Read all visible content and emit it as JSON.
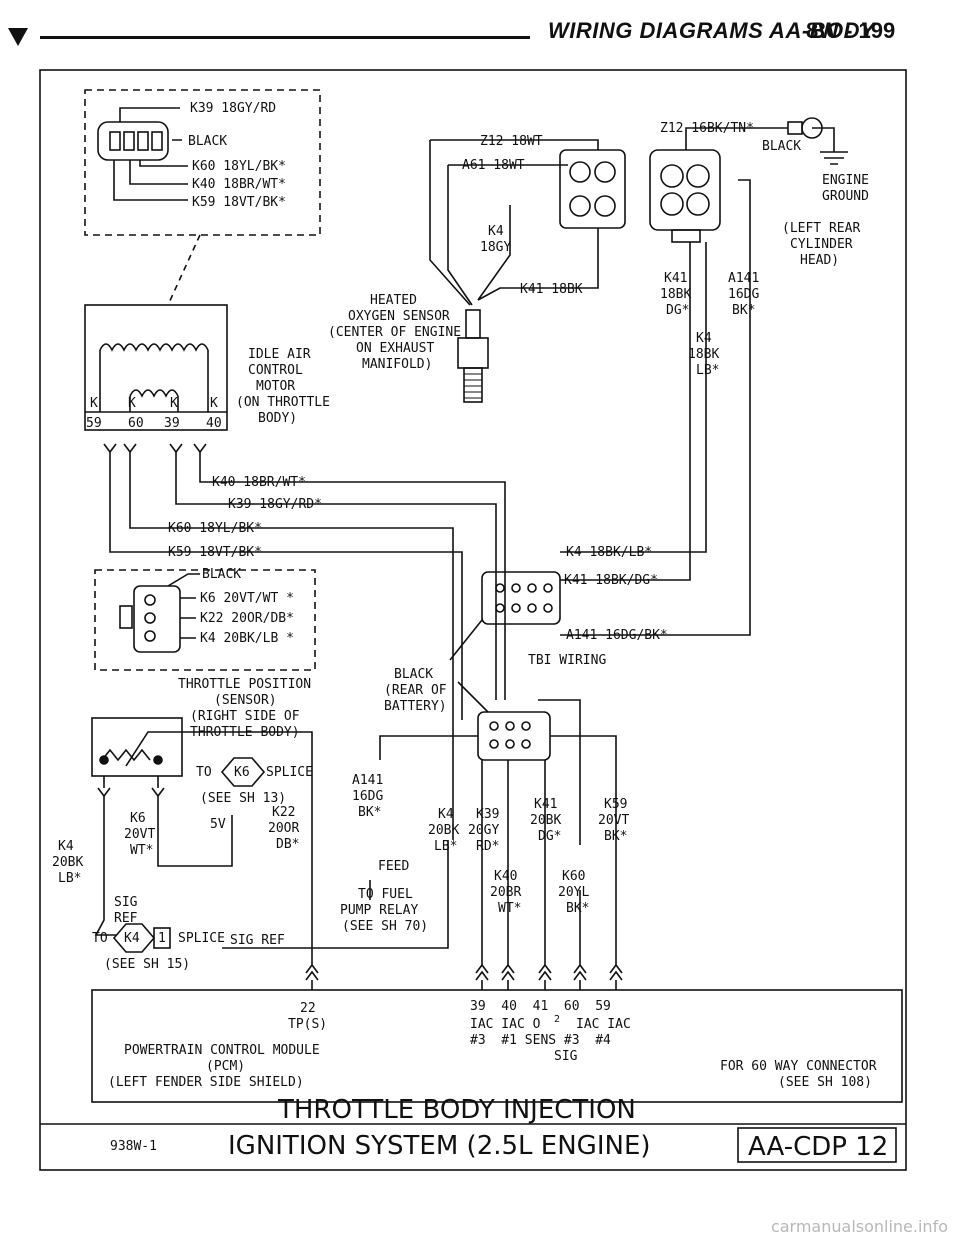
{
  "header": {
    "title": "WIRING DIAGRAMS AA-BODY",
    "page": "8W - 199"
  },
  "labels": {
    "k39_top": "K39 18GY/RD",
    "black_top": "BLACK",
    "k60_top": "K60 18YL/BK*",
    "k40_top": "K40 18BR/WT*",
    "k59_top": "K59 18VT/BK*",
    "z12_wt": "Z12 18WT",
    "a61_wt": "A61 18WT",
    "k4_gy_1": "K4",
    "k4_gy_2": "18GY",
    "z12_bk": "Z12 16BK/TN*",
    "black_o2": "BLACK",
    "eng_ground_1": "ENGINE",
    "eng_ground_2": "GROUND",
    "left_rear_1": "(LEFT REAR",
    "left_rear_2": "CYLINDER",
    "left_rear_3": "HEAD)",
    "k41_bk_a": "K41 18BK",
    "k41_1": "K41",
    "k41_2": "18BK",
    "k41_3": "DG*",
    "a141_1": "A141",
    "a141_2": "16DG",
    "a141_3": "BK*",
    "k4_lb_1": "K4",
    "k4_lb_2": "18BK",
    "k4_lb_3": "LB*",
    "heated_1": "HEATED",
    "heated_2": "OXYGEN SENSOR",
    "heated_3": "(CENTER OF ENGINE",
    "heated_4": "ON EXHAUST",
    "heated_5": "MANIFOLD)",
    "iac_1": "IDLE AIR",
    "iac_2": "CONTROL",
    "iac_3": "MOTOR",
    "iac_4": "(ON THROTTLE",
    "iac_5": "BODY)",
    "pin_k59a": "K",
    "pin_k59b": "59",
    "pin_k60a": "K",
    "pin_k60b": "60",
    "pin_k39a": "K",
    "pin_k39b": "39",
    "pin_k40a": "K",
    "pin_k40b": "40",
    "w_k40": "K40 18BR/WT*",
    "w_k39": "K39 18GY/RD*",
    "w_k60": "K60 18YL/BK*",
    "w_k59": "K59 18VT/BK*",
    "w_k4lb": "K4 18BK/LB*",
    "w_k41dg": "K41 18BK/DG*",
    "w_a141": "A141 16DG/BK*",
    "tbi_wiring": "TBI WIRING",
    "tps_black": "BLACK",
    "tps_k6": "K6 20VT/WT *",
    "tps_k22": "K22 20OR/DB*",
    "tps_k4": "K4 20BK/LB *",
    "tps_1": "THROTTLE POSITION",
    "tps_2": "(SENSOR)",
    "tps_3": "(RIGHT SIDE OF",
    "tps_4": "THROTTLE BODY)",
    "black_rear_1": "BLACK",
    "black_rear_2": "(REAR OF",
    "black_rear_3": "BATTERY)",
    "to_k6": "TO",
    "k6_box": "K6",
    "splice_1": "SPLICE",
    "see_13": "(SEE SH 13)",
    "k6_1": "K6",
    "k6_2": "20VT",
    "k6_3": "WT*",
    "five_v": "5V",
    "k22_1": "K22",
    "k22_2": "20OR",
    "k22_3": "DB*",
    "k4l_1": "K4",
    "k4l_2": "20BK",
    "k4l_3": "LB*",
    "sig_1": "SIG",
    "sig_2": "REF",
    "a141b_1": "A141",
    "a141b_2": "16DG",
    "a141b_3": "BK*",
    "feed": "FEED",
    "fuel_1": "TO FUEL",
    "fuel_2": "PUMP RELAY",
    "fuel_3": "(SEE SH 70)",
    "c_k4_1": "K4",
    "c_k4_2": "20BK",
    "c_k4_3": "LB*",
    "c_k39_1": "K39",
    "c_k39_2": "20GY",
    "c_k39_3": "RD*",
    "c_k41_1": "K41",
    "c_k41_2": "20BK",
    "c_k41_3": "DG*",
    "c_k59_1": "K59",
    "c_k59_2": "20VT",
    "c_k59_3": "BK*",
    "c_k40_1": "K40",
    "c_k40_2": "20BR",
    "c_k40_3": "WT*",
    "c_k60_1": "K60",
    "c_k60_2": "20YL",
    "c_k60_3": "BK*",
    "to_k4": "TO",
    "k4_box": "K4",
    "one_box": "1",
    "splice_2": "SPLICE",
    "see_15": "(SEE SH 15)",
    "sig_ref": "SIG REF",
    "pcm_pin22": "22",
    "pcm_tp": "TP(S)",
    "pcm_nums": "39  40  41  60  59",
    "pcm_iac": "IAC IAC O",
    "pcm_sup": "2",
    "pcm_iac2": "IAC IAC",
    "pcm_row3": "#3  #1 SENS #3  #4",
    "pcm_sig": "SIG",
    "pcm_1": "POWERTRAIN CONTROL MODULE",
    "pcm_2": "(PCM)",
    "pcm_3": "(LEFT FENDER SIDE SHIELD)",
    "conn_1": "FOR 60 WAY CONNECTOR",
    "conn_2": "(SEE SH 108)",
    "code": "938W-1",
    "title_1": "THROTTLE BODY INJECTION",
    "title_2": "IGNITION SYSTEM (2.5L ENGINE)",
    "ref_box": "AA-CDP 12"
  },
  "watermark": "carmanualsonline.info"
}
